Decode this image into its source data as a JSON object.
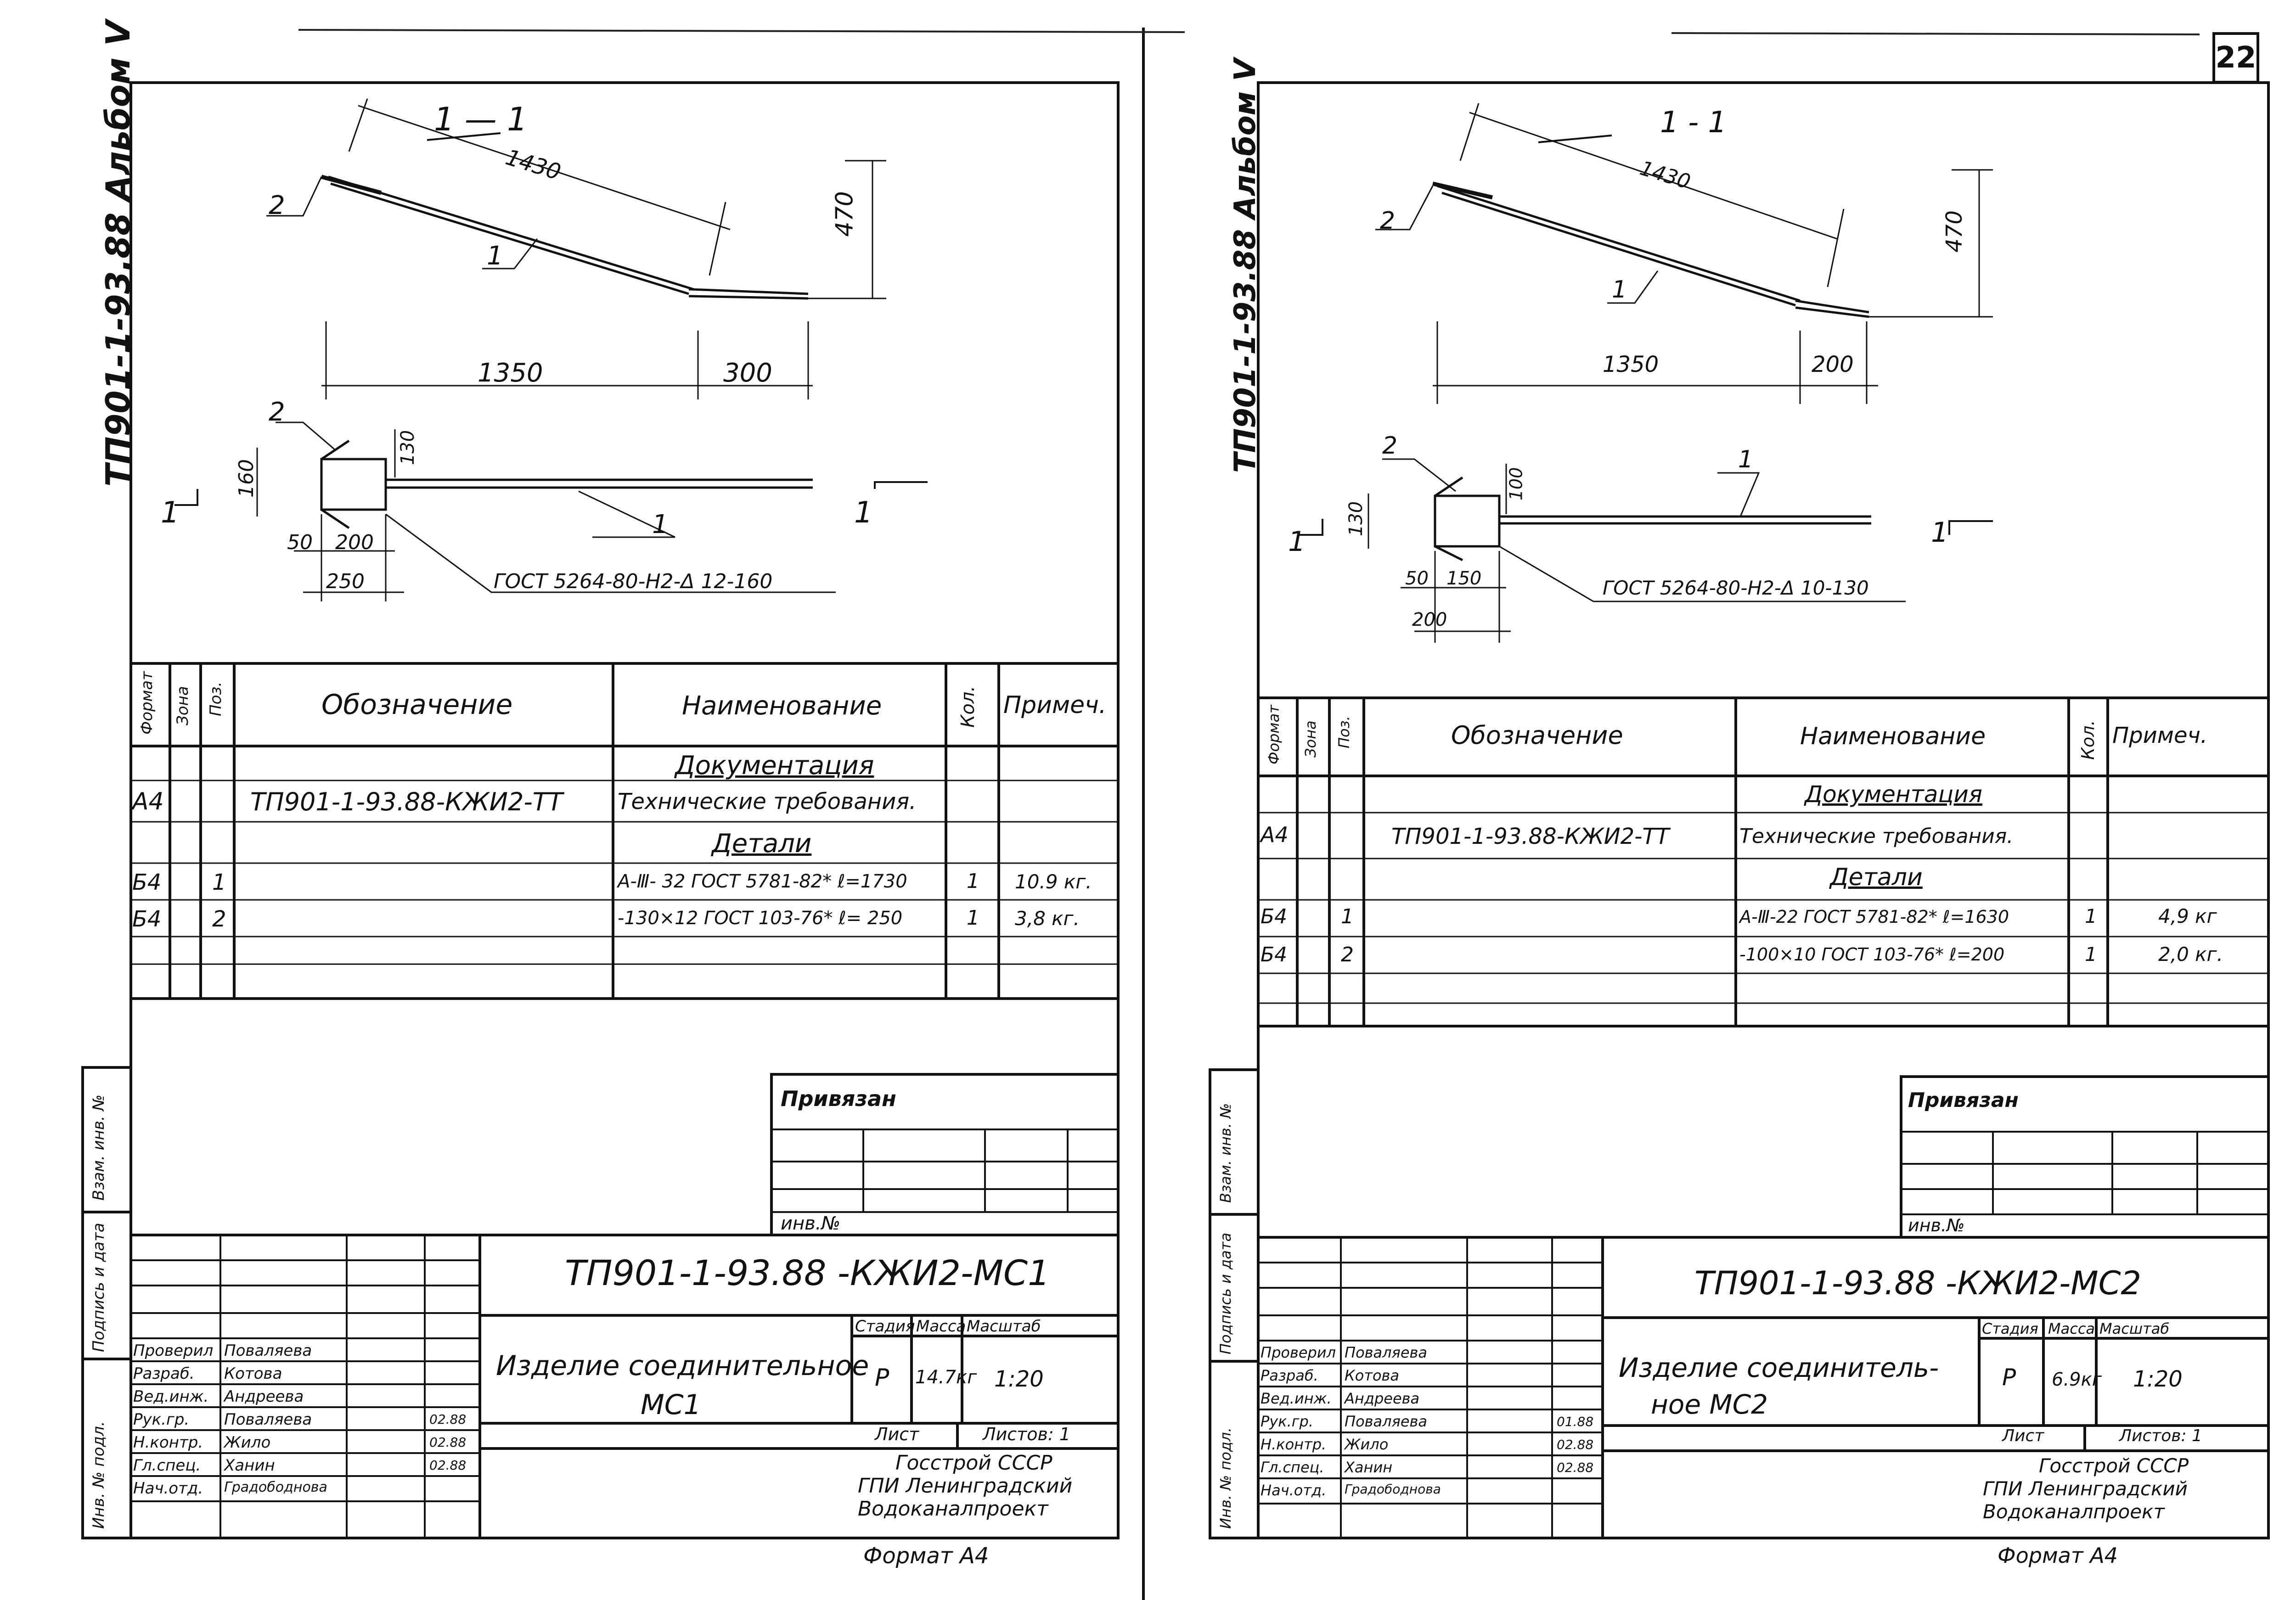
{
  "page_number": "22",
  "sheets": [
    {
      "album": "ТП901-1-93.88 Альбом V",
      "section": "1 — 1",
      "dims": {
        "length": "1430",
        "height": "470",
        "bottom_left": "1350",
        "bottom_right": "300",
        "plate_h": "160",
        "pin_h": "130",
        "plan_50": "50",
        "plan_200": "200",
        "plan_250": "250"
      },
      "pos_labels": {
        "p1": "1",
        "p2": "2"
      },
      "section_marks": {
        "left": "1",
        "right": "1"
      },
      "gost_note": "ГОСТ 5264-80-Н2-Δ 12-160",
      "spec": {
        "headers": {
          "format": "Формат",
          "zone": "Зона",
          "pos": "Поз.",
          "designation": "Обозначение",
          "name": "Наименование",
          "qty": "Кол.",
          "note": "Примеч."
        },
        "section_docs": "Документация",
        "doc_format": "А4",
        "doc_designation": "ТП901-1-93.88-КЖИ2-ТТ",
        "doc_name": "Технические требования.",
        "section_parts": "Детали",
        "rows": [
          {
            "format": "Б4",
            "pos": "1",
            "name": "А-Ⅲ- 32 ГОСТ 5781-82* ℓ=1730",
            "qty": "1",
            "note": "10.9 кг."
          },
          {
            "format": "Б4",
            "pos": "2",
            "name": "-130×12 ГОСТ 103-76* ℓ= 250",
            "qty": "1",
            "note": "3,8 кг."
          }
        ]
      },
      "side_stamps": {
        "vzam": "Взам. инв. №",
        "podpis": "Подпись и дата",
        "inv": "Инв. № подл."
      },
      "privyazan": "Привязан",
      "inv_no": "инв.№",
      "title_block": {
        "code": "ТП901-1-93.88 -КЖИ2-МС1",
        "name_line1": "Изделие соединительное",
        "name_line2": "МС1",
        "stage_h": "Стадия",
        "mass_h": "Масса",
        "scale_h": "Масштаб",
        "stage": "Р",
        "mass": "14.7кг",
        "scale": "1:20",
        "sheet_h": "Лист",
        "sheets_h": "Листов: 1",
        "org1": "Госстрой СССР",
        "org2": "ГПИ Ленинградский",
        "org3": "Водоканалпроект",
        "people": [
          {
            "role": "Проверил",
            "name": "Поваляева",
            "date": ""
          },
          {
            "role": "Разраб.",
            "name": "Котова",
            "date": ""
          },
          {
            "role": "Вед.инж.",
            "name": "Андреева",
            "date": ""
          },
          {
            "role": "Рук.гр.",
            "name": "Поваляева",
            "date": "02.88"
          },
          {
            "role": "Н.контр.",
            "name": "Жило",
            "date": "02.88"
          },
          {
            "role": "Гл.спец.",
            "name": "Ханин",
            "date": "02.88"
          },
          {
            "role": "Нач.отд.",
            "name": "Градободнова",
            "date": ""
          }
        ]
      },
      "format": "Формат А4"
    },
    {
      "album": "ТП901-1-93.88 Альбом V",
      "section": "1 - 1",
      "dims": {
        "length": "1430",
        "height": "470",
        "bottom_left": "1350",
        "bottom_right": "200",
        "plate_h": "130",
        "pin_h": "100",
        "plan_50": "50",
        "plan_200": "150",
        "plan_250": "200"
      },
      "pos_labels": {
        "p1": "1",
        "p2": "2"
      },
      "section_marks": {
        "left": "1",
        "right": "1"
      },
      "gost_note": "ГОСТ 5264-80-Н2-Δ 10-130",
      "spec": {
        "headers": {
          "format": "Формат",
          "zone": "Зона",
          "pos": "Поз.",
          "designation": "Обозначение",
          "name": "Наименование",
          "qty": "Кол.",
          "note": "Примеч."
        },
        "section_docs": "Документация",
        "doc_format": "А4",
        "doc_designation": "ТП901-1-93.88-КЖИ2-ТТ",
        "doc_name": "Технические требования.",
        "section_parts": "Детали",
        "rows": [
          {
            "format": "Б4",
            "pos": "1",
            "name": "А-Ⅲ-22 ГОСТ 5781-82* ℓ=1630",
            "qty": "1",
            "note": "4,9 кг"
          },
          {
            "format": "Б4",
            "pos": "2",
            "name": "-100×10 ГОСТ 103-76* ℓ=200",
            "qty": "1",
            "note": "2,0 кг."
          }
        ]
      },
      "side_stamps": {
        "vzam": "Взам. инв. №",
        "podpis": "Подпись и дата",
        "inv": "Инв. № подл."
      },
      "privyazan": "Привязан",
      "inv_no": "инв.№",
      "title_block": {
        "code": "ТП901-1-93.88 -КЖИ2-МС2",
        "name_line1": "Изделие соединитель-",
        "name_line2": "ное МС2",
        "stage_h": "Стадия",
        "mass_h": "Масса",
        "scale_h": "Масштаб",
        "stage": "Р",
        "mass": "6.9кг",
        "scale": "1:20",
        "sheet_h": "Лист",
        "sheets_h": "Листов: 1",
        "org1": "Госстрой СССР",
        "org2": "ГПИ Ленинградский",
        "org3": "Водоканалпроект",
        "people": [
          {
            "role": "Проверил",
            "name": "Поваляева",
            "date": ""
          },
          {
            "role": "Разраб.",
            "name": "Котова",
            "date": ""
          },
          {
            "role": "Вед.инж.",
            "name": "Андреева",
            "date": ""
          },
          {
            "role": "Рук.гр.",
            "name": "Поваляева",
            "date": "01.88"
          },
          {
            "role": "Н.контр.",
            "name": "Жило",
            "date": "02.88"
          },
          {
            "role": "Гл.спец.",
            "name": "Ханин",
            "date": "02.88"
          },
          {
            "role": "Нач.отд.",
            "name": "Градободнова",
            "date": ""
          }
        ]
      },
      "format": "Формат А4"
    }
  ]
}
